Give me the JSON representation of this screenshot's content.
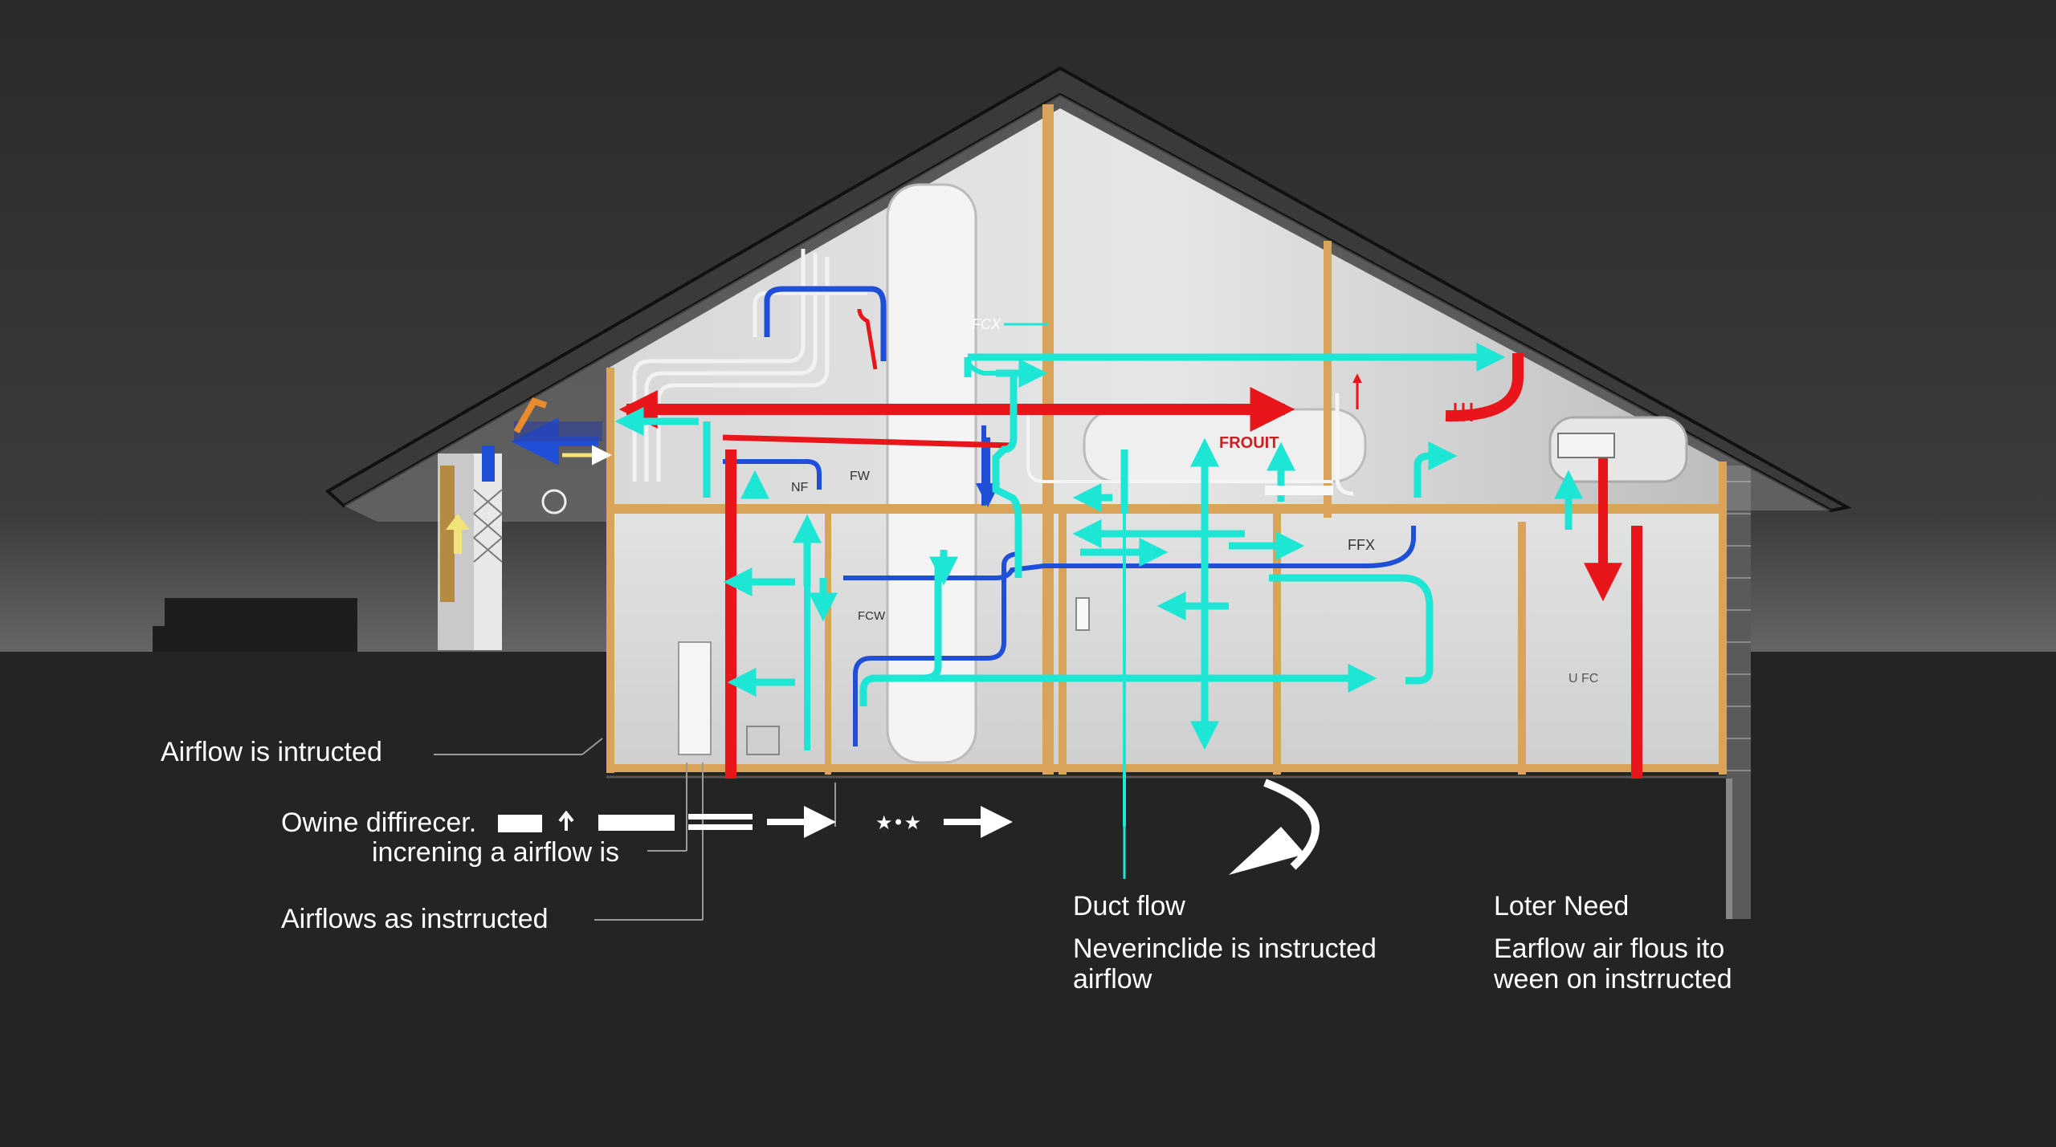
{
  "diagram_labels": {
    "fcx": "FCX",
    "froult": "FROUIT",
    "nf": "NF",
    "fw": "FW",
    "fcw": "FCW",
    "ffx": "FFX",
    "ufc": "U FC"
  },
  "callouts": {
    "airflow_instructed": "Airflow is intructed",
    "owine_diffirecer": "Owine diffirecer.",
    "increning_airflow": "increning a airflow is",
    "airflows_as_instructed": "Airflows as instrructed",
    "duct_flow_title": "Duct flow",
    "duct_flow_text": [
      "Neverinclide is instructed",
      "airflow"
    ],
    "loter_need_title": "Loter Need",
    "loter_need_text": [
      "Earflow air flous ito",
      "ween on instrructed"
    ]
  },
  "legend": {
    "stars": "★•★"
  },
  "colors": {
    "background": "#2a2a2a",
    "ground": "#232323",
    "cyan_airflow": "#1ee6d4",
    "red_supply": "#e8161b",
    "blue_return": "#1f4fd6",
    "timber": "#d9a35a",
    "roof": "#3a3a3a"
  }
}
